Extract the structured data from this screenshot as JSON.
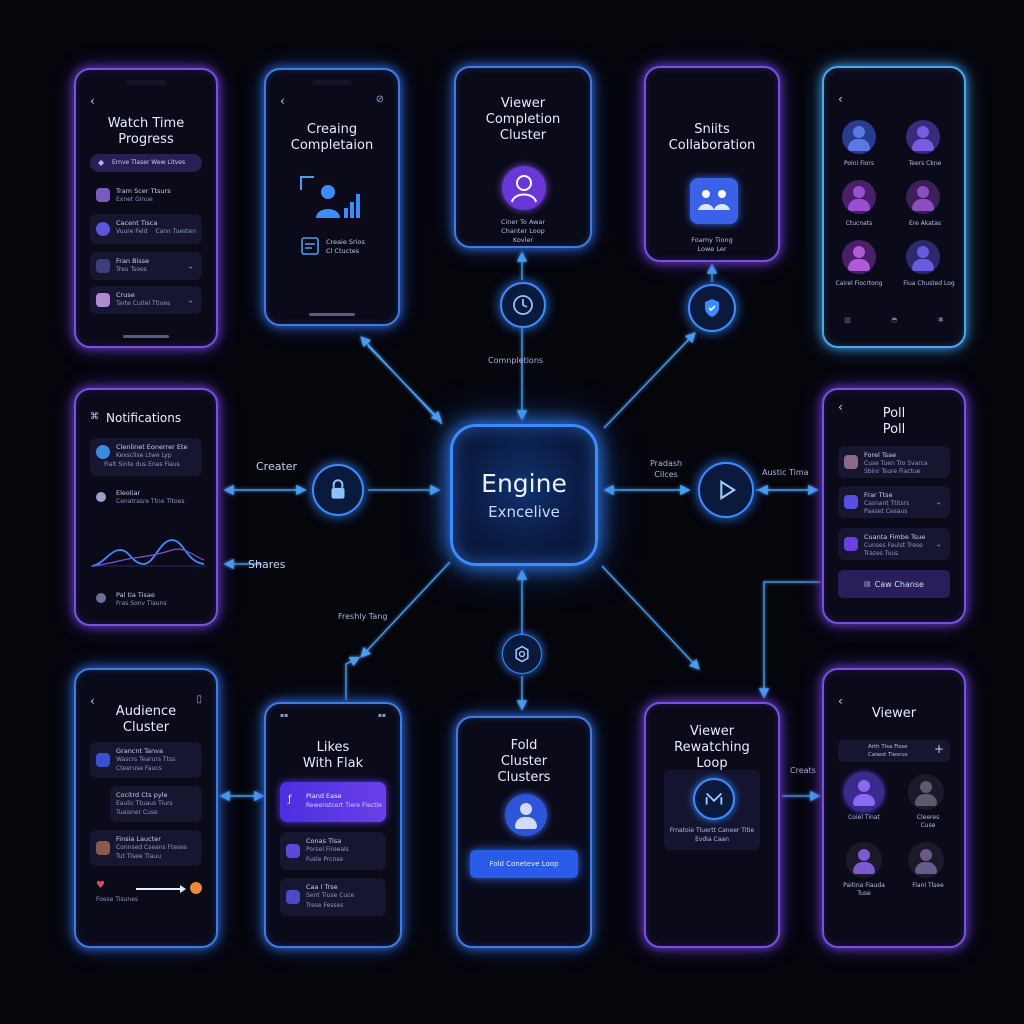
{
  "colors": {
    "blue": "#3f7be0",
    "purple": "#7a4fe0",
    "cyan": "#49a8e8",
    "arrow_blue": "#4a9ef0",
    "arrow_pink": "#d24fd0",
    "engine": "#2f7cf5"
  },
  "engine": {
    "title": "Engine",
    "subtitle": "Exncelive"
  },
  "labels": {
    "completions": "Comnpletions",
    "creater": "Creater",
    "shares": "Shares",
    "freshly_tang": "Freshly Tang",
    "pradash_cilces": "Pradash\nCilces",
    "austic_tima": "Austic Tima",
    "creats": "Creats"
  },
  "nodes": {
    "clock": "clock-icon",
    "shield": "shield-icon",
    "lock": "lock-icon",
    "play": "play-icon",
    "gear": "gear-icon"
  },
  "phones": {
    "watch_time": {
      "title": "Watch Time\nProgress",
      "pill": "Ernve Tlaser Wew Litves",
      "rows": [
        {
          "l1": "Tram Scer Ttsurs",
          "l2": "Exnet Ginue"
        },
        {
          "l1": "Cacent Tisca",
          "l2": "Vuure Feld",
          "extra": "Cann Tuesten"
        },
        {
          "l1": "Fran Bisse",
          "l2": "Treu Tsoes"
        },
        {
          "l1": "Cruse",
          "l2": "Tarte Cuitel Ttioes"
        }
      ]
    },
    "creating": {
      "title": "Creaing\nCompletaion",
      "caption": "Creaie Srios\nCl Ctuctes"
    },
    "viewer_cluster": {
      "title": "Viewer\nCompletion\nCluster",
      "caption": "Ciner To Awar\nChanter Loop\nKovler"
    },
    "skills": {
      "title": "Sniits\nCollaboration",
      "caption": "Foamy Tiong\nLowe Ler"
    },
    "grid": {
      "people": [
        {
          "name": "Poini Fiors"
        },
        {
          "name": "Teers Ckne"
        },
        {
          "name": "Ctucnats"
        },
        {
          "name": "Ere Akatas"
        },
        {
          "name": "Cairel Fiocrtong"
        },
        {
          "name": "Fiua Chusted Log"
        }
      ]
    },
    "notifications": {
      "title": "Notifications",
      "rows": [
        {
          "l1": "Clenlinet Eonerrer Ete",
          "l2": "Kexsclise Ltwe Lyp",
          "l3": "Fialt Sinte dus Enas Fiaus"
        },
        {
          "l1": "Eleoliar",
          "l2": "Cenatrasre Ttne Tltoes"
        },
        {
          "l1": "Pal tia Tisae",
          "l2": "Fras Sonv Tiauns"
        }
      ]
    },
    "poll": {
      "title": "Poll\nPoll",
      "rows": [
        {
          "l1": "Forel Tsae",
          "l2": "Cuse Tuen Tro Svarca",
          "l3": "Sbinr Tsure Fiactue"
        },
        {
          "l1": "Frar Ttse",
          "l2": "Casnant Ttitsrs",
          "l3": "Paaset Cesaus"
        },
        {
          "l1": "Cuanta Fimbe Tsue",
          "l2": "Cunses Faulst Trese",
          "l3": "Trazes Tuus"
        }
      ],
      "button": "Caw Chanse"
    },
    "audience": {
      "title": "Audience\nCluster",
      "rows": [
        {
          "l1": "Grancnt Tanva",
          "l2": "Wascrs Tearurs Ttss",
          "l3": "Cteeruse Faucs"
        },
        {
          "l1": "Cocitrd Cts pyle",
          "l2": "Eaulic Ttuaus Tiurs",
          "l3": "Tuaisner Cuse"
        },
        {
          "l1": "Finsia Laucter",
          "l2": "Connsed Cseans Fteses",
          "l3": "Tut Tisee Tlauu"
        }
      ],
      "footer": "Foese Tisunes"
    },
    "likes": {
      "title": "Likes\nWith Flak",
      "rows": [
        {
          "l1": "Pland Ease",
          "l2": "Rewenstcert Tiere Flectle"
        },
        {
          "l1": "Conas Tlsa",
          "l2": "Porsel Fireeals",
          "l3": "Fusle Prcnse"
        },
        {
          "l1": "Caa I Trse",
          "l2": "Sent Tiuse Cuce",
          "l3": "Trese Fesses"
        }
      ]
    },
    "fold": {
      "title": "Fold\nCluster\nClusters",
      "button": "Fold Coneteve Loop"
    },
    "rewatch": {
      "title": "Viewer\nRewatching\nLoop",
      "caption": "Frnatoie Tluertt Caneer Titie\nEvdia Caan"
    },
    "viewer": {
      "title": "Viewer",
      "search": "Arth Tisa Fisse\nCaiwst Tiesrus",
      "people": [
        {
          "name": "Coiel Tinat"
        },
        {
          "name": "Cleeres\nCuse"
        },
        {
          "name": "Paitina Fiauda\nTuse"
        },
        {
          "name": "Fianl Tlsee"
        }
      ]
    }
  }
}
